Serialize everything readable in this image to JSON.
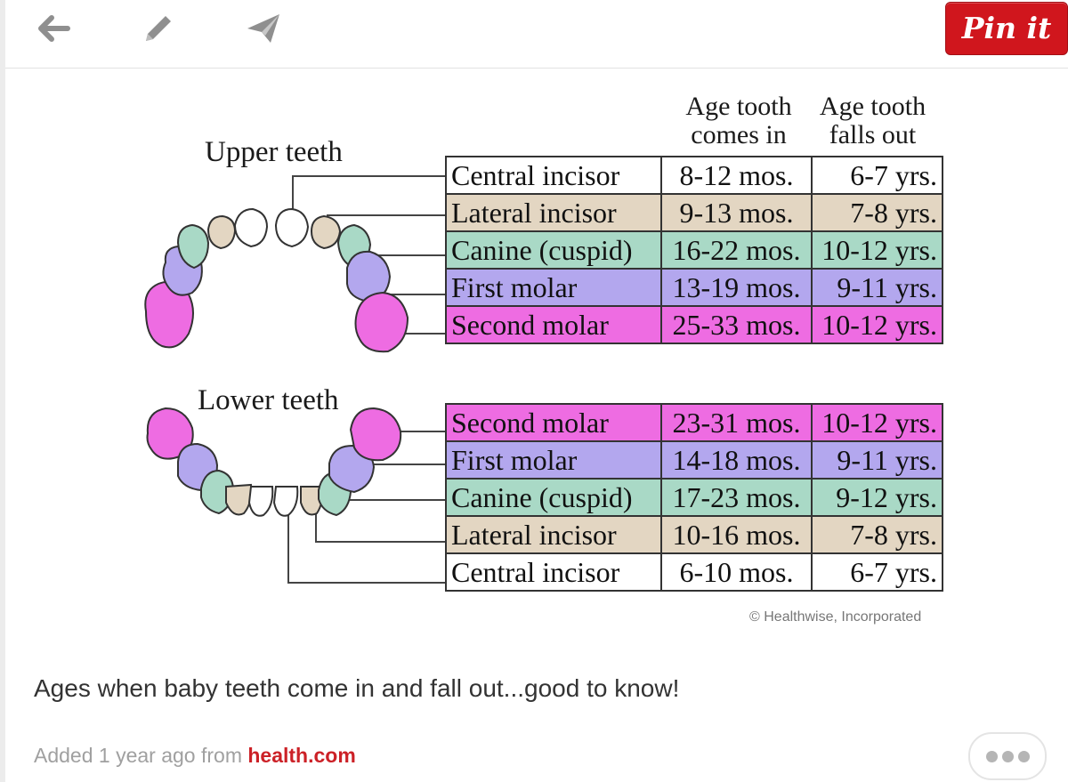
{
  "toolbar": {
    "icons": [
      "back-arrow-icon",
      "edit-pencil-icon",
      "send-paper-plane-icon"
    ],
    "pin_label": "Pin it"
  },
  "figure": {
    "header_in": "Age tooth comes in",
    "header_out": "Age tooth falls out",
    "upper": {
      "title": "Upper teeth",
      "rows": [
        {
          "name": "Central incisor",
          "in": "8-12 mos.",
          "out": "6-7 yrs.",
          "color": "#ffffff"
        },
        {
          "name": "Lateral incisor",
          "in": "9-13 mos.",
          "out": "7-8 yrs.",
          "color": "#e3d6c2"
        },
        {
          "name": "Canine (cuspid)",
          "in": "16-22 mos.",
          "out": "10-12 yrs.",
          "color": "#a9d9c6"
        },
        {
          "name": "First molar",
          "in": "13-19 mos.",
          "out": "9-11 yrs.",
          "color": "#b3a7ee"
        },
        {
          "name": "Second molar",
          "in": "25-33 mos.",
          "out": "10-12 yrs.",
          "color": "#ee6ce2"
        }
      ]
    },
    "lower": {
      "title": "Lower teeth",
      "rows": [
        {
          "name": "Second molar",
          "in": "23-31 mos.",
          "out": "10-12 yrs.",
          "color": "#ee6ce2"
        },
        {
          "name": "First molar",
          "in": "14-18 mos.",
          "out": "9-11 yrs.",
          "color": "#b3a7ee"
        },
        {
          "name": "Canine (cuspid)",
          "in": "17-23 mos.",
          "out": "9-12 yrs.",
          "color": "#a9d9c6"
        },
        {
          "name": "Lateral incisor",
          "in": "10-16 mos.",
          "out": "7-8 yrs.",
          "color": "#e3d6c2"
        },
        {
          "name": "Central incisor",
          "in": "6-10 mos.",
          "out": "6-7 yrs.",
          "color": "#ffffff"
        }
      ]
    },
    "credit": "© Healthwise, Incorporated"
  },
  "caption": "Ages when baby teeth come in and fall out...good to know!",
  "meta": {
    "added_text": "Added 1 year ago from ",
    "source": "health.com"
  },
  "more_icon": "more-dots-icon"
}
